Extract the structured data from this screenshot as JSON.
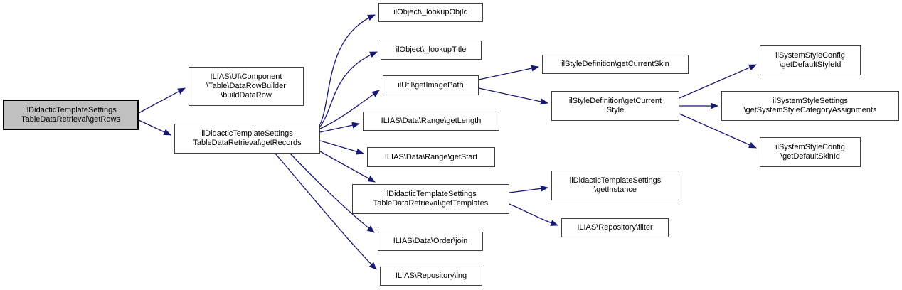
{
  "diagram": {
    "kind": "call-graph",
    "style": "doxygen"
  },
  "colors": {
    "edge-color": "#191970",
    "node-border": "#404040",
    "node-fill": "#ffffff",
    "highlight-fill": "#c0c0c0",
    "highlight-border": "#000000",
    "text-color": "#000000",
    "bg-color": "#ffffff"
  },
  "nodes": [
    {
      "id": "get-rows",
      "highlighted": true,
      "lines": [
        "ilDidacticTemplateSettings",
        "TableDataRetrieval\\getRows"
      ]
    },
    {
      "id": "build-data-row",
      "highlighted": false,
      "lines": [
        "ILIAS\\UI\\Component",
        "\\Table\\DataRowBuilder",
        "\\buildDataRow"
      ]
    },
    {
      "id": "get-records",
      "highlighted": false,
      "lines": [
        "ilDidacticTemplateSettings",
        "TableDataRetrieval\\getRecords"
      ]
    },
    {
      "id": "lookup-obj-id",
      "highlighted": false,
      "lines": [
        "ilObject\\_lookupObjId"
      ]
    },
    {
      "id": "lookup-title",
      "highlighted": false,
      "lines": [
        "ilObject\\_lookupTitle"
      ]
    },
    {
      "id": "get-image-path",
      "highlighted": false,
      "lines": [
        "ilUtil\\getImagePath"
      ]
    },
    {
      "id": "get-length",
      "highlighted": false,
      "lines": [
        "ILIAS\\Data\\Range\\getLength"
      ]
    },
    {
      "id": "get-start",
      "highlighted": false,
      "lines": [
        "ILIAS\\Data\\Range\\getStart"
      ]
    },
    {
      "id": "get-templates",
      "highlighted": false,
      "lines": [
        "ilDidacticTemplateSettings",
        "TableDataRetrieval\\getTemplates"
      ]
    },
    {
      "id": "order-join",
      "highlighted": false,
      "lines": [
        "ILIAS\\Data\\Order\\join"
      ]
    },
    {
      "id": "repository-lng",
      "highlighted": false,
      "lines": [
        "ILIAS\\Repository\\lng"
      ]
    },
    {
      "id": "get-current-skin",
      "highlighted": false,
      "lines": [
        "ilStyleDefinition\\getCurrentSkin"
      ]
    },
    {
      "id": "get-current-style",
      "highlighted": false,
      "lines": [
        "ilStyleDefinition\\getCurrent",
        "Style"
      ]
    },
    {
      "id": "get-instance",
      "highlighted": false,
      "lines": [
        "ilDidacticTemplateSettings",
        "\\getInstance"
      ]
    },
    {
      "id": "repository-filter",
      "highlighted": false,
      "lines": [
        "ILIAS\\Repository\\filter"
      ]
    },
    {
      "id": "get-default-style-id",
      "highlighted": false,
      "lines": [
        "ilSystemStyleConfig",
        "\\getDefaultStyleId"
      ]
    },
    {
      "id": "get-system-style-category-assignments",
      "highlighted": false,
      "lines": [
        "ilSystemStyleSettings",
        "\\getSystemStyleCategoryAssignments"
      ]
    },
    {
      "id": "get-default-skin-id",
      "highlighted": false,
      "lines": [
        "ilSystemStyleConfig",
        "\\getDefaultSkinId"
      ]
    }
  ],
  "edges": [
    {
      "from": "get-rows",
      "to": "build-data-row"
    },
    {
      "from": "get-rows",
      "to": "get-records"
    },
    {
      "from": "get-records",
      "to": "lookup-obj-id"
    },
    {
      "from": "get-records",
      "to": "lookup-title"
    },
    {
      "from": "get-records",
      "to": "get-image-path"
    },
    {
      "from": "get-records",
      "to": "get-length"
    },
    {
      "from": "get-records",
      "to": "get-start"
    },
    {
      "from": "get-records",
      "to": "get-templates"
    },
    {
      "from": "get-records",
      "to": "order-join"
    },
    {
      "from": "get-records",
      "to": "repository-lng"
    },
    {
      "from": "get-image-path",
      "to": "get-current-skin"
    },
    {
      "from": "get-image-path",
      "to": "get-current-style"
    },
    {
      "from": "get-current-style",
      "to": "get-default-style-id"
    },
    {
      "from": "get-current-style",
      "to": "get-system-style-category-assignments"
    },
    {
      "from": "get-current-style",
      "to": "get-default-skin-id"
    },
    {
      "from": "get-templates",
      "to": "get-instance"
    },
    {
      "from": "get-templates",
      "to": "repository-filter"
    }
  ]
}
